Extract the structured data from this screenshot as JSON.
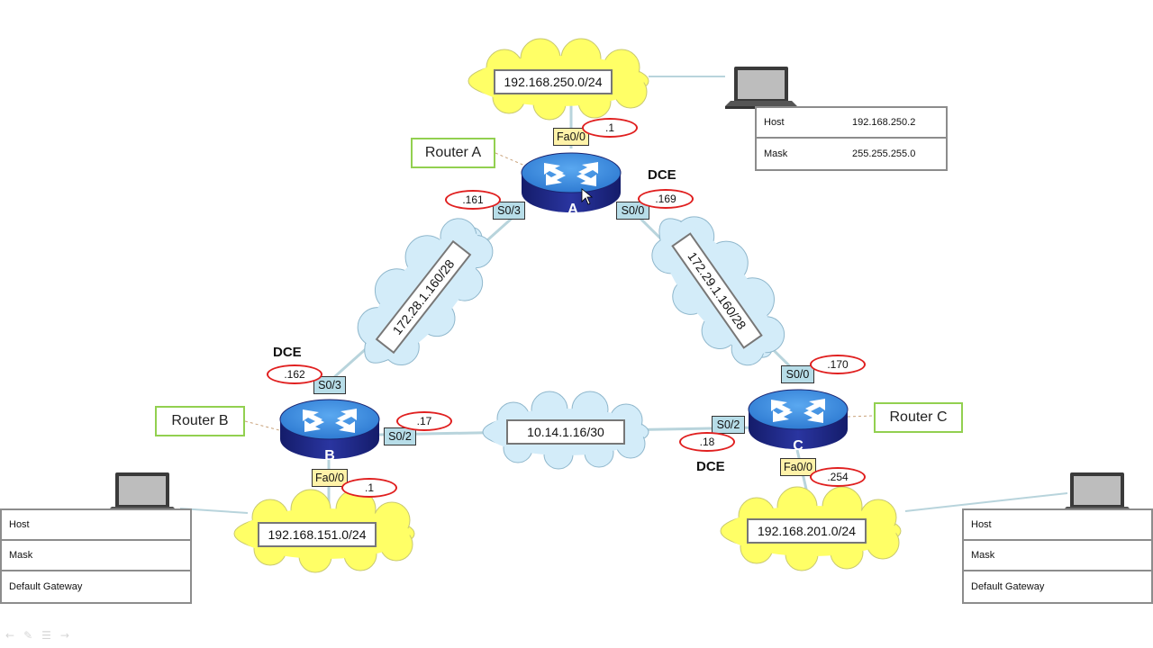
{
  "routers": [
    {
      "id": "A",
      "callout": "Router A"
    },
    {
      "id": "B",
      "callout": "Router B"
    },
    {
      "id": "C",
      "callout": "Router C"
    }
  ],
  "networks": {
    "lan_a": "192.168.250.0/24",
    "lan_b": "192.168.151.0/24",
    "lan_c": "192.168.201.0/24",
    "wan_ab": "172.28.1.160/28",
    "wan_ac": "172.29.1.160/28",
    "wan_bc": "10.14.1.16/30"
  },
  "ports": {
    "a_fa": "Fa0/0",
    "a_s03": "S0/3",
    "a_s00": "S0/0",
    "b_s03": "S0/3",
    "b_s02": "S0/2",
    "b_fa": "Fa0/0",
    "c_s00": "S0/0",
    "c_s02": "S0/2",
    "c_fa": "Fa0/0"
  },
  "ips": {
    "a_fa": ".1",
    "a_s03": ".161",
    "a_s00": ".169",
    "b_s03": ".162",
    "b_s02": ".17",
    "b_fa": ".1",
    "c_s00": ".170",
    "c_s02": ".18",
    "c_fa": ".254"
  },
  "dce_label": "DCE",
  "hosts": {
    "a": {
      "rows": [
        {
          "k": "Host",
          "v": "192.168.250.2"
        },
        {
          "k": "Mask",
          "v": "255.255.255.0"
        }
      ]
    },
    "b": {
      "rows": [
        {
          "k": "Host",
          "v": ""
        },
        {
          "k": "Mask",
          "v": ""
        },
        {
          "k": "Default Gateway",
          "v": ""
        }
      ]
    },
    "c": {
      "rows": [
        {
          "k": "Host",
          "v": ""
        },
        {
          "k": "Mask",
          "v": ""
        },
        {
          "k": "Default Gateway",
          "v": ""
        }
      ]
    }
  },
  "colors": {
    "cloud_yellow": "#ffff66",
    "cloud_blue": "#d3ecf9",
    "router_top": "#3d8fe0",
    "router_side": "#1f2a8a",
    "link": "#b8d4dc",
    "callout_border": "#92d050",
    "ip_ellipse": "#e02020"
  },
  "icons": [
    "router-icon",
    "laptop-icon",
    "cloud-icon",
    "pen-icon",
    "menu-icon"
  ]
}
